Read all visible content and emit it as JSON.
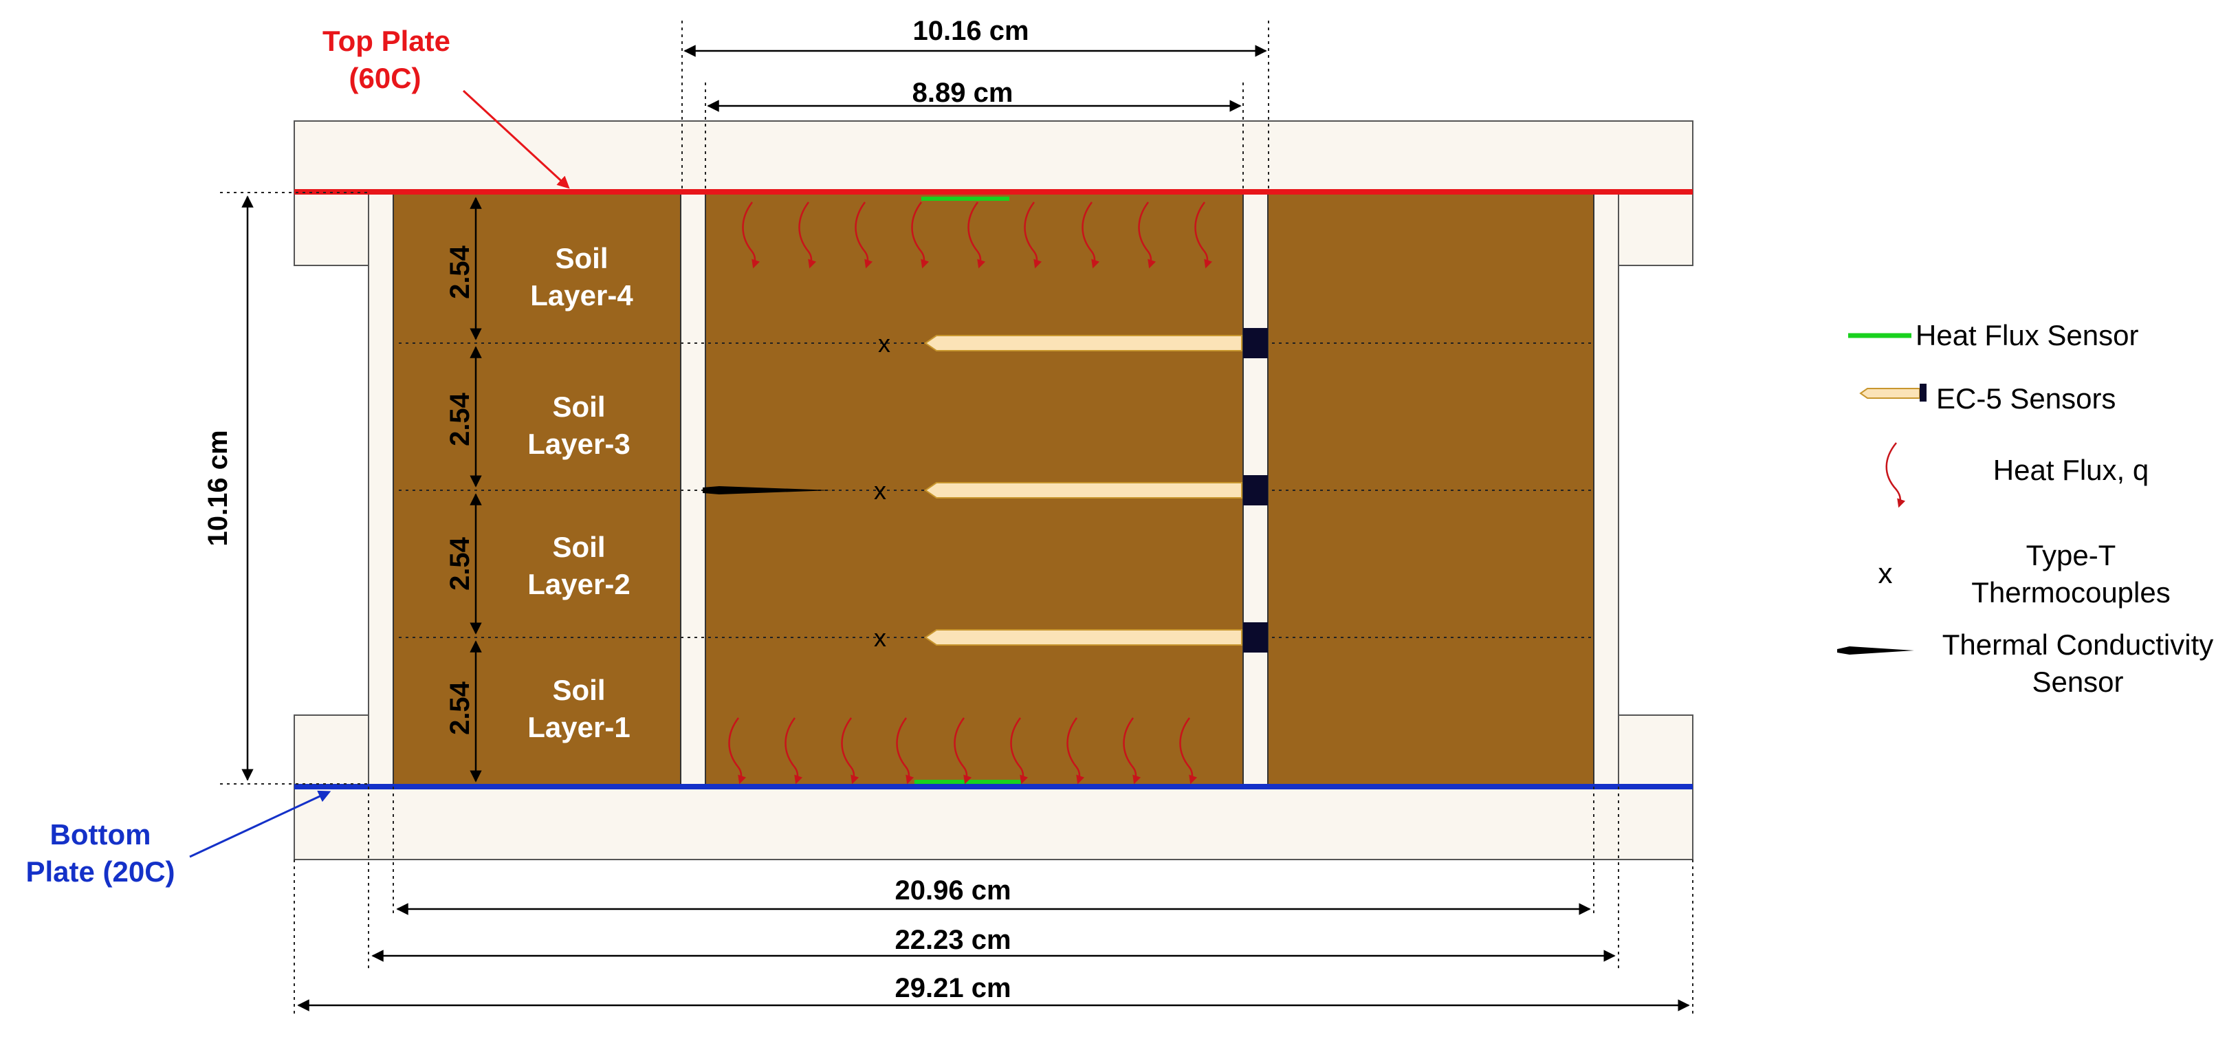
{
  "labels": {
    "top_plate": [
      "Top Plate",
      "(60C)"
    ],
    "bottom_plate": [
      "Bottom",
      "Plate (20C)"
    ],
    "layers": [
      [
        "Soil",
        "Layer-4"
      ],
      [
        "Soil",
        "Layer-3"
      ],
      [
        "Soil",
        "Layer-2"
      ],
      [
        "Soil",
        "Layer-1"
      ]
    ],
    "layer_thickness": [
      "2.54",
      "2.54",
      "2.54",
      "2.54"
    ]
  },
  "dimensions": {
    "top_outer": "10.16 cm",
    "top_inner": "8.89 cm",
    "height": "10.16 cm",
    "bottom_1": "20.96 cm",
    "bottom_2": "22.23 cm",
    "bottom_3": "29.21 cm"
  },
  "legend": {
    "heat_flux_sensor": "Heat Flux Sensor",
    "ec5": "EC-5 Sensors",
    "heat_flux_q": "Heat Flux, q",
    "thermocouple_marker": "x",
    "thermocouples": [
      "Type-T",
      "Thermocouples"
    ],
    "conductivity": [
      "Thermal Conductivity",
      "Sensor"
    ]
  },
  "colors": {
    "soil": "#9B651D",
    "plate_fill": "#FAF6EF",
    "top_plate_line": "#E8161A",
    "bottom_plate_line": "#1431C8",
    "heat_flux_sensor": "#19D11E",
    "heat_arrow": "#C8141A",
    "ec5_fill": "#FBE3B7",
    "ec5_cap": "#0A0A2C",
    "top_label": "#E8161A",
    "bottom_label": "#1431C8"
  },
  "thermocouple_marker": "x"
}
